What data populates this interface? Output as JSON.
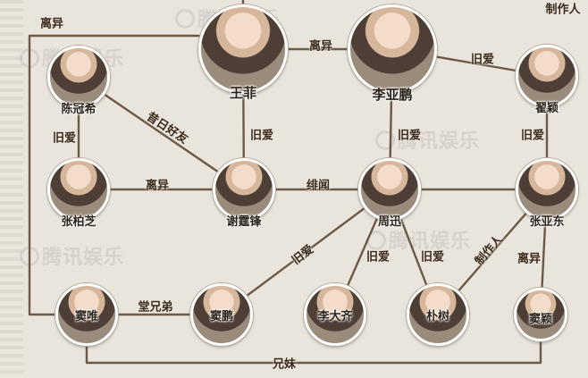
{
  "people": [
    {
      "id": "wangfei",
      "name": "王菲"
    },
    {
      "id": "liyapeng",
      "name": "李亚鹏"
    },
    {
      "id": "chenguanxi",
      "name": "陈冠希"
    },
    {
      "id": "zhaiying",
      "name": "翟颖"
    },
    {
      "id": "zhangbozhi",
      "name": "张柏芝"
    },
    {
      "id": "xietingfeng",
      "name": "谢霆锋"
    },
    {
      "id": "zhouxun",
      "name": "周迅"
    },
    {
      "id": "zhangyadong",
      "name": "张亚东"
    },
    {
      "id": "douwei",
      "name": "窦唯"
    },
    {
      "id": "droupeng",
      "name": "窦鹏"
    },
    {
      "id": "lidaqi",
      "name": "李大齐"
    },
    {
      "id": "pushu",
      "name": "朴树"
    },
    {
      "id": "douying",
      "name": "窦颖"
    }
  ],
  "relations": [
    {
      "id": "r1",
      "label": "离异"
    },
    {
      "id": "r2",
      "label": "离异"
    },
    {
      "id": "r3",
      "label": "旧爱"
    },
    {
      "id": "r4",
      "label": "昔日好友"
    },
    {
      "id": "r5",
      "label": "旧爱"
    },
    {
      "id": "r6",
      "label": "旧爱"
    },
    {
      "id": "r7",
      "label": "旧爱"
    },
    {
      "id": "r8",
      "label": "旧爱"
    },
    {
      "id": "r9",
      "label": "离异"
    },
    {
      "id": "r10",
      "label": "绯闻"
    },
    {
      "id": "r11",
      "label": "旧爱"
    },
    {
      "id": "r12",
      "label": "旧爱"
    },
    {
      "id": "r13",
      "label": "旧爱"
    },
    {
      "id": "r14",
      "label": "制作人"
    },
    {
      "id": "r15",
      "label": "离异"
    },
    {
      "id": "r16",
      "label": "堂兄弟"
    },
    {
      "id": "r17",
      "label": "兄妹"
    },
    {
      "id": "r18",
      "label": "制作人"
    }
  ],
  "watermark": "腾讯娱乐",
  "colors": {
    "line": "#6b5a47",
    "background": "#e9e4dc",
    "avatar_border": "#ffffff",
    "text": "#2c231b"
  }
}
